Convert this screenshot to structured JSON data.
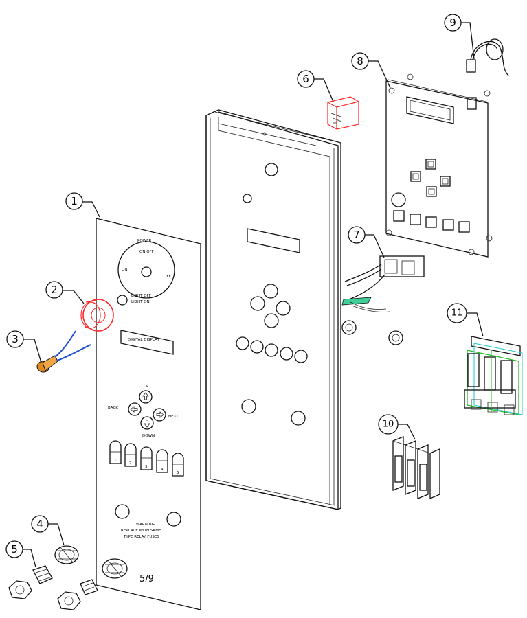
{
  "panel_labels": {
    "power": "POWER",
    "power_sub": "ON OFF",
    "left_side": "ON",
    "right_side": "OFF",
    "light_switch": "LIGHT OFF",
    "light_sub": "LIGHT ON",
    "display": "DIGITAL DISPLAY",
    "up": "UP",
    "down": "DOWN",
    "left": "BACK",
    "right": "NEXT",
    "warning": "WARNING",
    "warning_line1": "REPLACE WITH SAME",
    "warning_line2": "TYPE RELAY FUSES",
    "model": "5/9"
  },
  "function_keys": [
    "1",
    "2",
    "3",
    "4",
    "5"
  ],
  "callouts": [
    "1",
    "2",
    "3",
    "4",
    "5",
    "6",
    "7",
    "8",
    "9",
    "10",
    "11"
  ],
  "colors": {
    "line": "#111111",
    "bezel": "#ff2a2a",
    "wire": "#1f4fd6",
    "ferrule": "#e08a1e",
    "relay_green": "#1fbf1f",
    "relay_cyan": "#1fc8d0"
  }
}
